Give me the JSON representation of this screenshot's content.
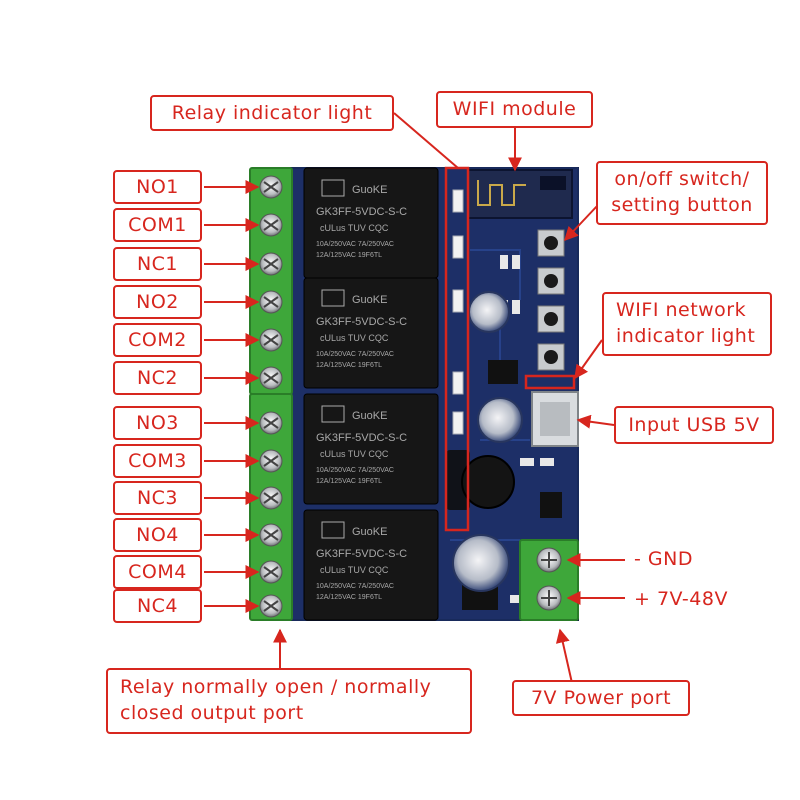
{
  "terminal_labels": [
    "NO1",
    "COM1",
    "NC1",
    "NO2",
    "COM2",
    "NC2",
    "NO3",
    "COM3",
    "NC3",
    "NO4",
    "COM4",
    "NC4"
  ],
  "callouts": {
    "relay_indicator": "Relay indicator light",
    "wifi_module": "WIFI module",
    "switch_line1": "on/off switch/",
    "switch_line2": "setting button",
    "wifi_net_line1": "WIFI network",
    "wifi_net_line2": "indicator light",
    "usb_input": "Input USB 5V",
    "gnd": "- GND",
    "vin": "+ 7V-48V",
    "output_line1": "Relay normally open / normally",
    "output_line2": "closed output port",
    "power_port": "7V Power port"
  },
  "relay_text": {
    "brand": "GuoKE",
    "model": "GK3FF-5VDC-S-C",
    "rating1": "10A/250VAC  7A/250VAC",
    "rating2": "12A/125VAC    19F6TL",
    "marks": "cULus TUV CQC"
  },
  "colors": {
    "accent": "#d7261e",
    "pcb": "#1d2f67",
    "relay": "#161616",
    "terminal": "#3ea73a"
  }
}
